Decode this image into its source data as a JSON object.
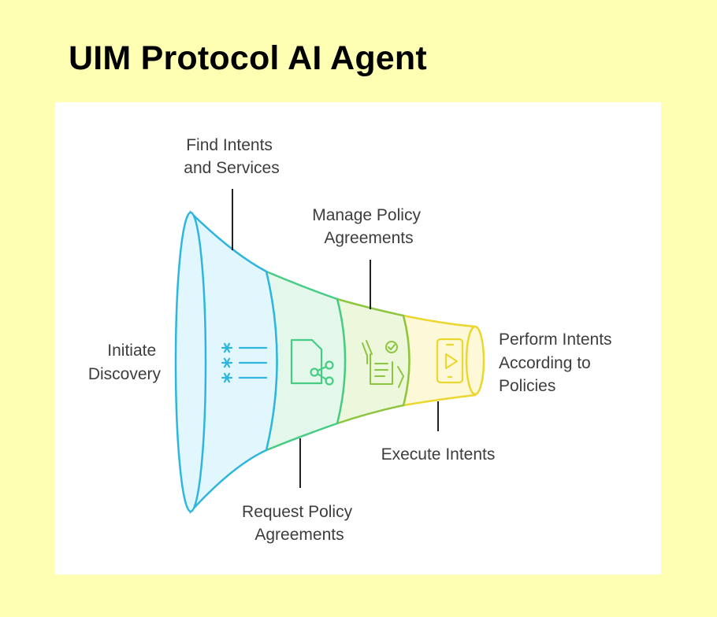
{
  "title": "UIM Protocol AI Agent",
  "stages": [
    {
      "id": "initiate",
      "lines": [
        "Initiate",
        "Discovery"
      ],
      "icon": "list-asterisk-icon",
      "color": "#2fb6de",
      "fill": "#e2f6fd"
    },
    {
      "id": "find",
      "lines": [
        "Find Intents",
        "and Services"
      ],
      "icon": "document-share-icon",
      "color": "#46cc85",
      "fill": "#e3f8ea"
    },
    {
      "id": "request",
      "lines": [
        "Request Policy",
        "Agreements"
      ],
      "icon": "hand-checklist-icon",
      "color": "#8cc63e",
      "fill": "#ecf7db"
    },
    {
      "id": "manage",
      "lines": [
        "Manage Policy",
        "Agreements"
      ],
      "icon": "mobile-play-icon",
      "color": "#ecd630",
      "fill": "#fdf9d8"
    },
    {
      "id": "execute",
      "lines": [
        "Execute Intents"
      ]
    },
    {
      "id": "perform",
      "lines": [
        "Perform Intents",
        "According to",
        "Policies"
      ]
    }
  ],
  "colors": {
    "background": "#ffffb3",
    "panel": "#ffffff",
    "leader_line": "#222222",
    "label_text": "#3d3d3d"
  }
}
